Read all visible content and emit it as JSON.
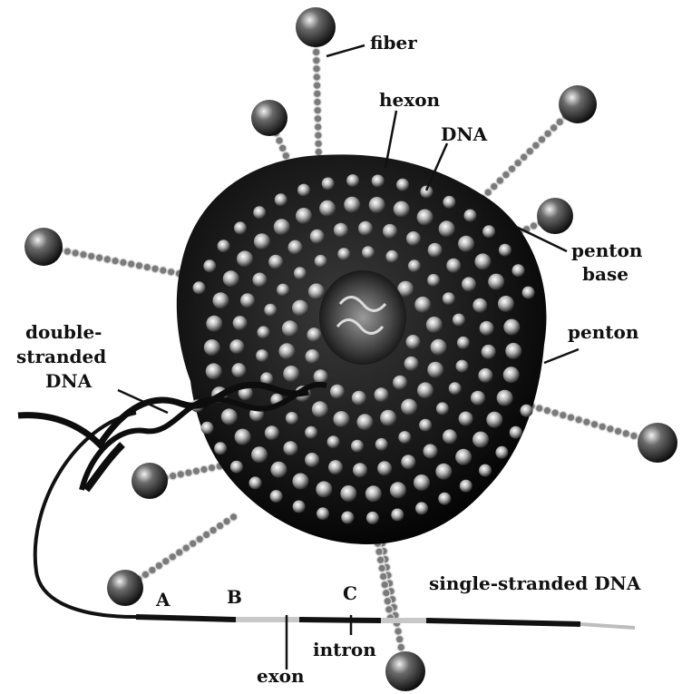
{
  "diagram": {
    "labels": {
      "fiber": "fiber",
      "hexon": "hexon",
      "dna": "DNA",
      "penton_base_line1": "penton",
      "penton_base_line2": "base",
      "penton": "penton",
      "double_stranded_line1": "double-",
      "double_stranded_line2": "stranded",
      "double_stranded_line3": "DNA",
      "single_stranded": "single-stranded DNA",
      "site_a": "A",
      "site_b": "B",
      "site_c": "C",
      "exon": "exon",
      "intron": "intron"
    },
    "colors": {
      "capsid_dark": "#161616",
      "capsomer_light": "#e6e6e6",
      "fiber_gray": "#8a8a8a",
      "knob_dark": "#1c1c1c",
      "strand_black": "#0d0d0d"
    }
  }
}
